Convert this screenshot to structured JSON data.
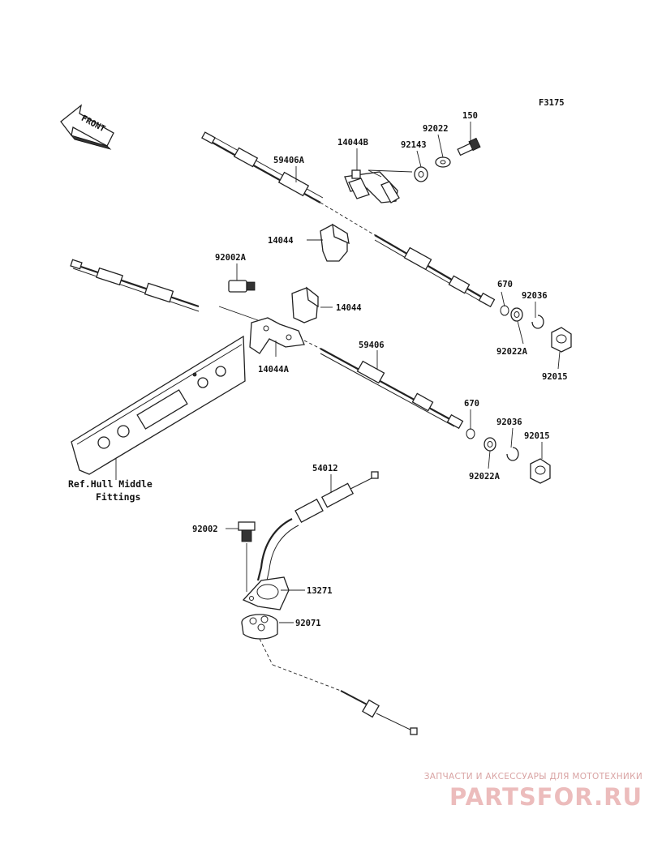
{
  "figure_code": "F3175",
  "front_label": "FRONT",
  "parts": {
    "p150": "150",
    "p92022": "92022",
    "p14044B": "14044B",
    "p92143": "92143",
    "p59406A": "59406A",
    "p14044_upper": "14044",
    "p92002A": "92002A",
    "p14044_lower": "14044",
    "p670_upper": "670",
    "p92036_upper": "92036",
    "p92022A_upper": "92022A",
    "p92015_upper": "92015",
    "p14044A": "14044A",
    "p59406": "59406",
    "p670_lower": "670",
    "p92036_lower": "92036",
    "p92015_lower": "92015",
    "p92022A_lower": "92022A",
    "p54012": "54012",
    "p92002": "92002",
    "p13271": "13271",
    "p92071": "92071"
  },
  "reference": {
    "line1": "Ref.Hull Middle",
    "line2": "Fittings"
  },
  "watermark": {
    "tagline": "ЗАПЧАСТИ И АКСЕССУАРЫ ДЛЯ МОТОТЕХНИКИ",
    "brand": "PARTSFOR.RU",
    "color": "#e8b0b0"
  }
}
